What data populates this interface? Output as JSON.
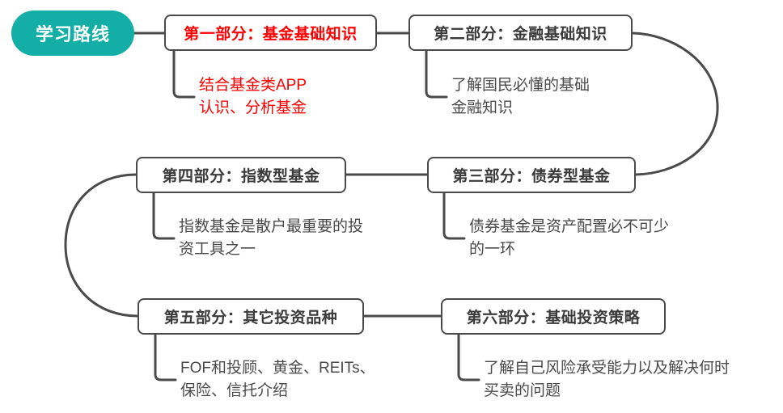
{
  "diagram": {
    "title": "学习路线",
    "root": {
      "label": "学习路线",
      "color": "#13AFA6",
      "text_color": "#ffffff"
    },
    "edge_color": "#4a4a4a",
    "accent_color": "#FF0000",
    "node_border_color": "#4a4a4a",
    "nodes": [
      {
        "id": "part1",
        "label": "第一部分：基金基础知识",
        "accent": true,
        "note": "结合基金类APP\n认识、分析基金",
        "note_accent": true
      },
      {
        "id": "part2",
        "label": "第二部分：金融基础知识",
        "accent": false,
        "note": "了解国民必懂的基础\n金融知识",
        "note_accent": false
      },
      {
        "id": "part3",
        "label": "第三部分：债券型基金",
        "accent": false,
        "note": "债券基金是资产配置必不可少\n的一环",
        "note_accent": false
      },
      {
        "id": "part4",
        "label": "第四部分：指数型基金",
        "accent": false,
        "note": "指数基金是散户最重要的投\n资工具之一",
        "note_accent": false
      },
      {
        "id": "part5",
        "label": "第五部分：其它投资品种",
        "accent": false,
        "note": "FOF和投顾、黄金、REITs、\n保险、信托介绍",
        "note_accent": false
      },
      {
        "id": "part6",
        "label": "第六部分：基础投资策略",
        "accent": false,
        "note": "了解自己风险承受能力以及解决何时\n买卖的问题",
        "note_accent": false
      }
    ]
  }
}
